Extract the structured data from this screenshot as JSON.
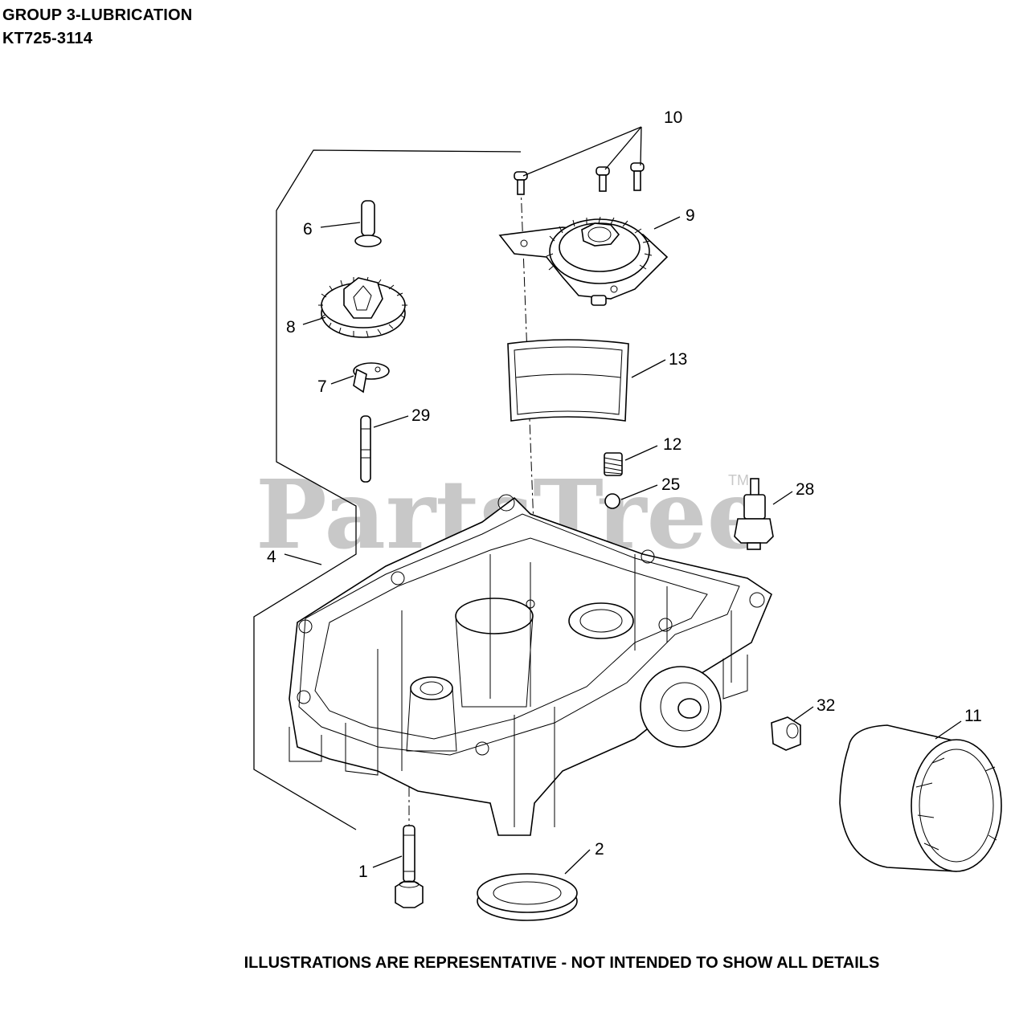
{
  "header": {
    "title": "GROUP 3-LUBRICATION",
    "model": "KT725-3114"
  },
  "watermark": {
    "text": "PartsTree",
    "trademark": "TM"
  },
  "callouts": {
    "c1": "1",
    "c2": "2",
    "c4": "4",
    "c6": "6",
    "c7": "7",
    "c8": "8",
    "c9": "9",
    "c10": "10",
    "c11": "11",
    "c12": "12",
    "c13": "13",
    "c25": "25",
    "c28": "28",
    "c29": "29",
    "c32": "32"
  },
  "footer": {
    "note": "ILLUSTRATIONS ARE REPRESENTATIVE - NOT INTENDED TO SHOW ALL DETAILS"
  }
}
